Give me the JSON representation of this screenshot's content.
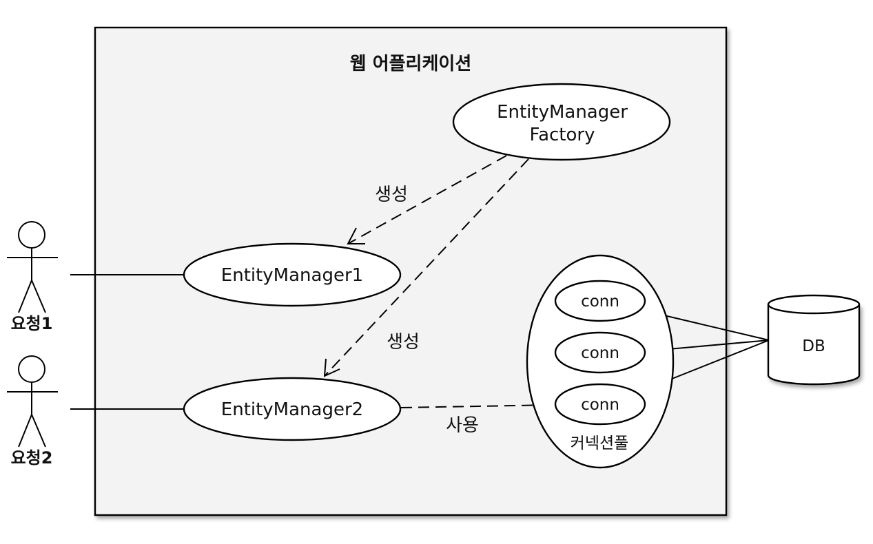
{
  "diagram": {
    "title": "웹 어플리케이션",
    "factory": {
      "line1": "EntityManager",
      "line2": "Factory"
    },
    "entity_manager_1": "EntityManager1",
    "entity_manager_2": "EntityManager2",
    "create_label_1": "생성",
    "create_label_2": "생성",
    "use_label": "사용",
    "pool": {
      "label": "커넥션풀",
      "connections": [
        "conn",
        "conn",
        "conn"
      ]
    },
    "database": "DB",
    "actors": [
      "요청1",
      "요청2"
    ]
  }
}
